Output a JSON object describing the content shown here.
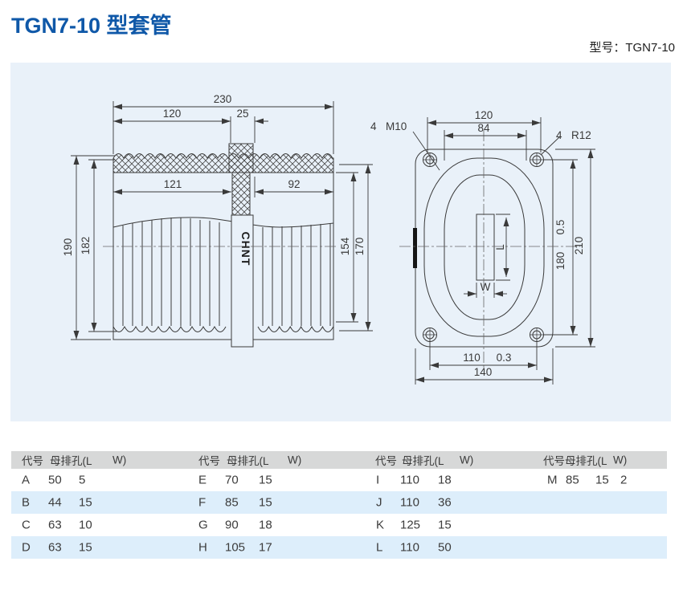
{
  "page": {
    "title": "TGN7-10 型套管",
    "model_label": "型号：TGN7-10"
  },
  "side_view": {
    "brand": "CHNT",
    "dims": {
      "total_width": "230",
      "left_width": "120",
      "cap_width": "25",
      "left_flange": "121",
      "right_flange": "92",
      "total_height": "190",
      "body_height": "182",
      "right_inner_height": "154",
      "right_outer_height": "170"
    }
  },
  "front_view": {
    "dims": {
      "top_width": "120",
      "oval_width": "84",
      "hole_span_v": "180",
      "hole_span_v_tol": "0.5",
      "total_height": "210",
      "hole_span_h": "110",
      "hole_span_h_tol": "0.3",
      "total_width": "140",
      "slot_length": "L",
      "slot_width": "W"
    },
    "labels": {
      "m10_qty": "4",
      "m10": "M10",
      "r12_qty": "4",
      "r12": "R12"
    }
  },
  "table": {
    "headers": [
      "代号",
      "母排孔(L",
      "W)"
    ],
    "rows": [
      [
        "A",
        "50",
        "5",
        "E",
        "70",
        "15",
        "I",
        "110",
        "18",
        "M",
        "85",
        "15",
        "2"
      ],
      [
        "B",
        "44",
        "15",
        "F",
        "85",
        "15",
        "J",
        "110",
        "36"
      ],
      [
        "C",
        "63",
        "10",
        "G",
        "90",
        "18",
        "K",
        "125",
        "15"
      ],
      [
        "D",
        "63",
        "15",
        "H",
        "105",
        "17",
        "L",
        "110",
        "50"
      ]
    ]
  },
  "colors": {
    "accent": "#0f58a8",
    "panel_bg": "#e9f1f9",
    "table_header_bg": "#d7d8d8",
    "table_alt_row_bg": "#ddeefb",
    "line": "#3a3a3a"
  }
}
